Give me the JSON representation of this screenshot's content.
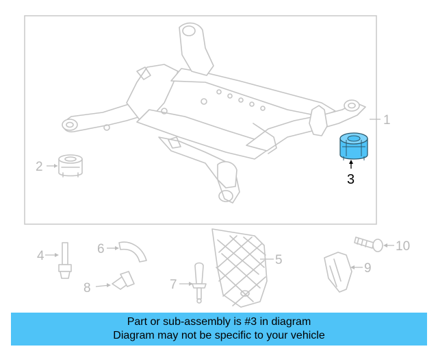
{
  "diagram": {
    "callouts": {
      "c1": "1",
      "c2": "2",
      "c3": "3",
      "c4": "4",
      "c5": "5",
      "c6": "6",
      "c7": "7",
      "c8": "8",
      "c9": "9",
      "c10": "10"
    },
    "highlight_part": "3",
    "colors": {
      "highlight_fill": "#4fc3f7",
      "line_gray": "#c4c4c4",
      "banner_bg": "#4fc3f7"
    }
  },
  "banner": {
    "line1": "Part or sub-assembly is #3 in diagram",
    "line2": "Diagram may not be specific to your vehicle"
  }
}
